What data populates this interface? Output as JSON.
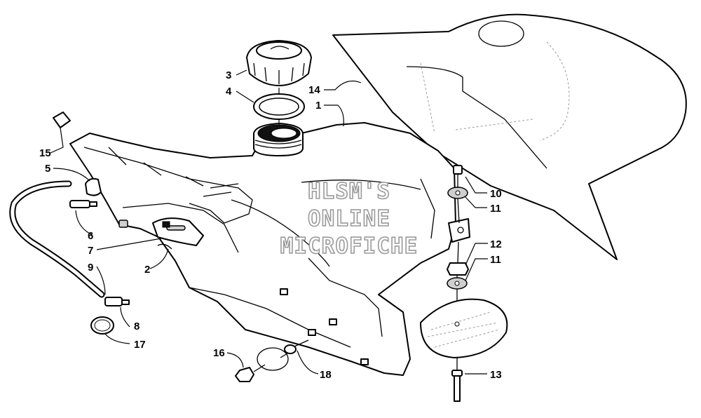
{
  "callouts": [
    {
      "id": "c1",
      "label": "1"
    },
    {
      "id": "c2",
      "label": "2"
    },
    {
      "id": "c3",
      "label": "3"
    },
    {
      "id": "c4",
      "label": "4"
    },
    {
      "id": "c5",
      "label": "5"
    },
    {
      "id": "c6",
      "label": "6"
    },
    {
      "id": "c7",
      "label": "7"
    },
    {
      "id": "c8",
      "label": "8"
    },
    {
      "id": "c9",
      "label": "9"
    },
    {
      "id": "c10",
      "label": "10"
    },
    {
      "id": "c11a",
      "label": "11"
    },
    {
      "id": "c11b",
      "label": "11"
    },
    {
      "id": "c12",
      "label": "12"
    },
    {
      "id": "c13",
      "label": "13"
    },
    {
      "id": "c14",
      "label": "14"
    },
    {
      "id": "c15",
      "label": "15"
    },
    {
      "id": "c16",
      "label": "16"
    },
    {
      "id": "c17",
      "label": "17"
    },
    {
      "id": "c18",
      "label": "18"
    }
  ],
  "watermark": {
    "line1": "HLSM'S",
    "line2": "ONLINE",
    "line3": "MICROFICHE"
  }
}
